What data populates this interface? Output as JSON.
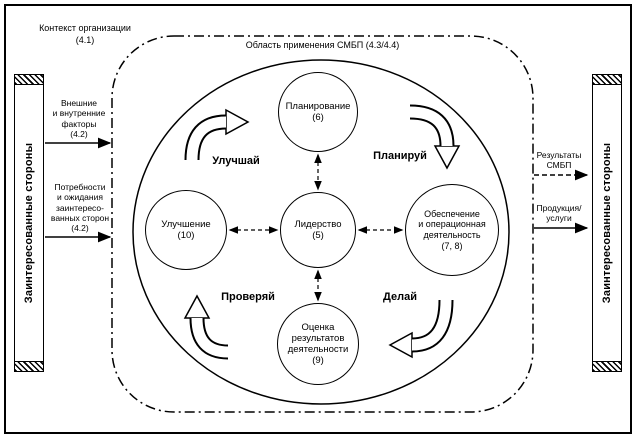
{
  "context_label": {
    "line1": "Контекст организации",
    "line2": "(4.1)"
  },
  "scope_label": "Область применения СМБП (4.3/4.4)",
  "stakeholders_left": "Заинтересованные стороны",
  "stakeholders_right": "Заинтересованные стороны",
  "inputs": [
    {
      "arrow": "solid",
      "lines": [
        "Внешние",
        "и внутренние",
        "факторы",
        "(4.2)"
      ]
    },
    {
      "arrow": "solid",
      "lines": [
        "Потребности",
        "и ожидания",
        "заинтересо-",
        "ванных сторон",
        "(4.2)"
      ]
    }
  ],
  "outputs": [
    {
      "arrow": "dashed",
      "lines": [
        "Результаты",
        "СМБП"
      ]
    },
    {
      "arrow": "solid",
      "lines": [
        "Продукция/",
        "услуги"
      ]
    }
  ],
  "circles": {
    "planning": {
      "lines": [
        "Планирование",
        "(6)"
      ]
    },
    "leadership": {
      "lines": [
        "Лидерство",
        "(5)"
      ]
    },
    "improvement": {
      "lines": [
        "Улучшение",
        "(10)"
      ]
    },
    "operation": {
      "lines": [
        "Обеспечение",
        "и операционная",
        "деятельность",
        "(7, 8)"
      ]
    },
    "evaluation": {
      "lines": [
        "Оценка",
        "результатов",
        "деятельности",
        "(9)"
      ]
    }
  },
  "cycle_labels": {
    "act": "Улучшай",
    "plan": "Планируй",
    "check": "Проверяй",
    "do": "Делай"
  },
  "colors": {
    "ink": "#000000",
    "paper": "#ffffff"
  }
}
